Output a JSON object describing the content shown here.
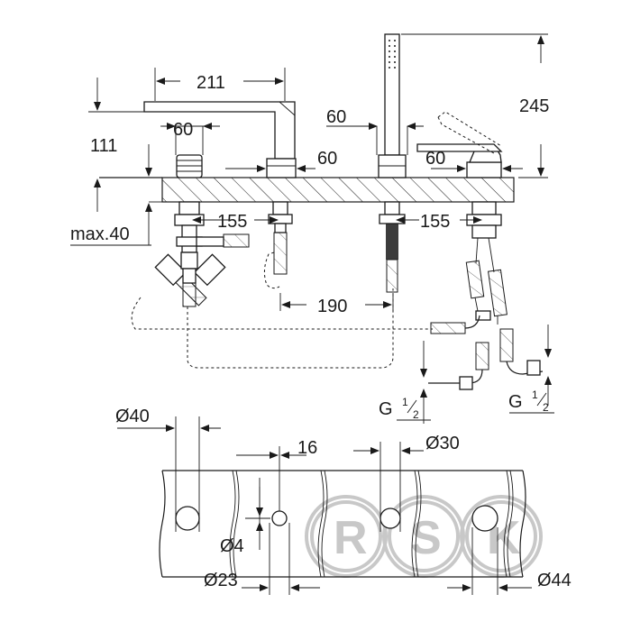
{
  "dimensions": {
    "spout_reach": "211",
    "spout_height": "111",
    "spout_base_width": "60",
    "valve_width": "60",
    "handshower_base_width": "60",
    "lever_base_width": "60",
    "overall_height": "245",
    "max_deck_thickness": "max.40",
    "spacing_left": "155",
    "spacing_right": "155",
    "spacing_middle": "190",
    "connection_left_main": "G",
    "connection_left_sup": "1",
    "connection_left_den": "2",
    "connection_right_main": "G",
    "connection_right_sup": "1",
    "connection_right_den": "2"
  },
  "plan_view": {
    "hole_diameter_large": "Ø40",
    "hole_gap": "16",
    "hole_diameter_medium": "Ø30",
    "hole_diameter_small": "Ø4",
    "hole_spacing_small": "Ø23",
    "hole_diameter_outer": "Ø44"
  },
  "watermark": {
    "letters": [
      "R",
      "S",
      "K"
    ],
    "color": "#c8c8c8"
  }
}
